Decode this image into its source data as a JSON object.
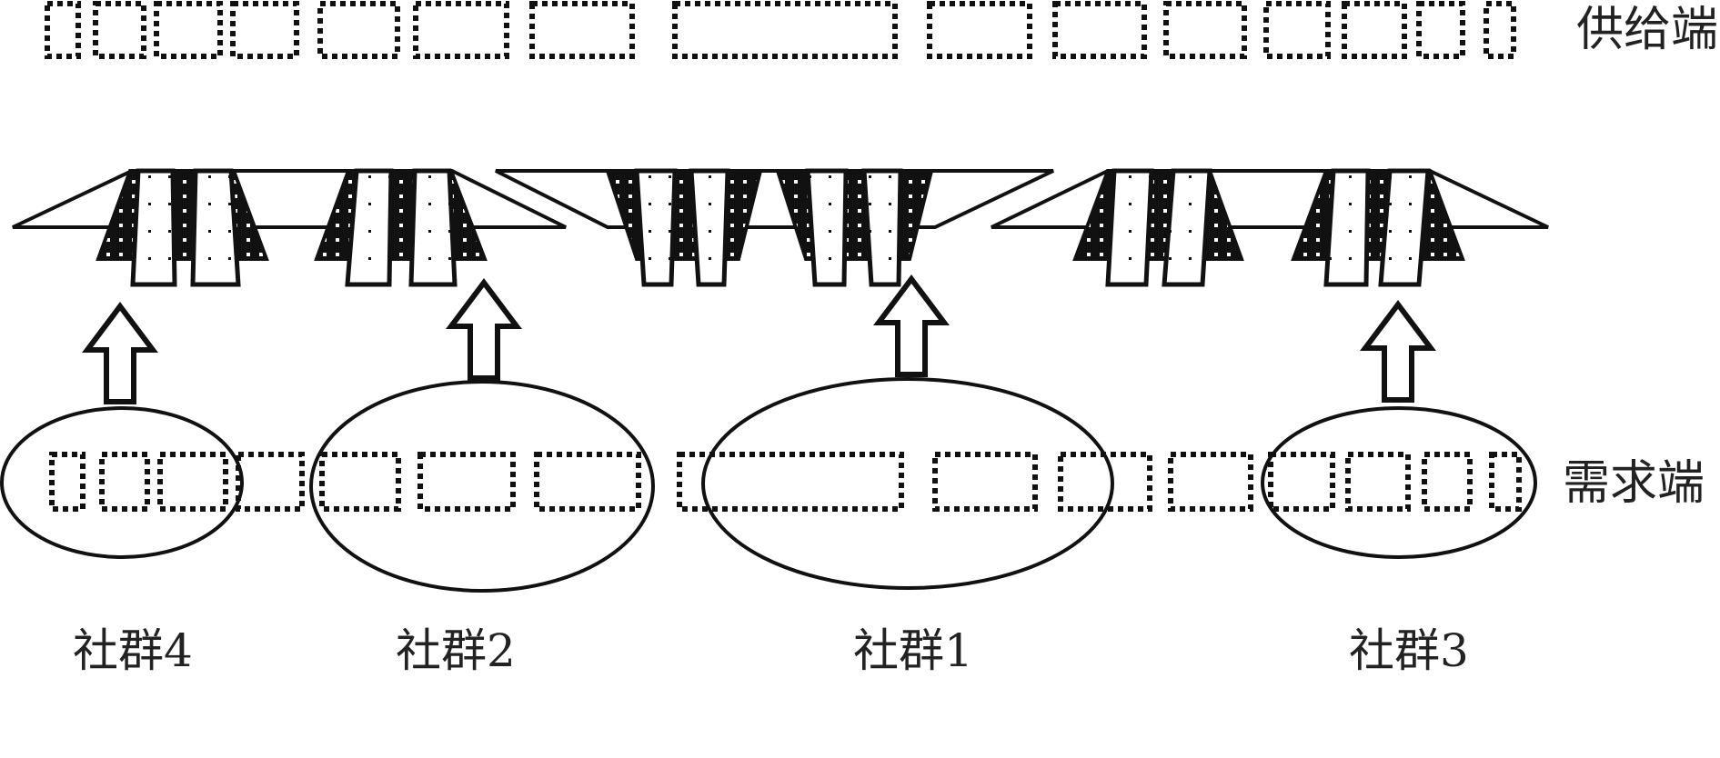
{
  "labels": {
    "supply": "供给端",
    "demand": "需求端"
  },
  "communities": [
    {
      "label": "社群4"
    },
    {
      "label": "社群2"
    },
    {
      "label": "社群1"
    },
    {
      "label": "社群3"
    }
  ],
  "colors": {
    "stroke": "#111111",
    "text": "#222222",
    "background": "#ffffff"
  }
}
